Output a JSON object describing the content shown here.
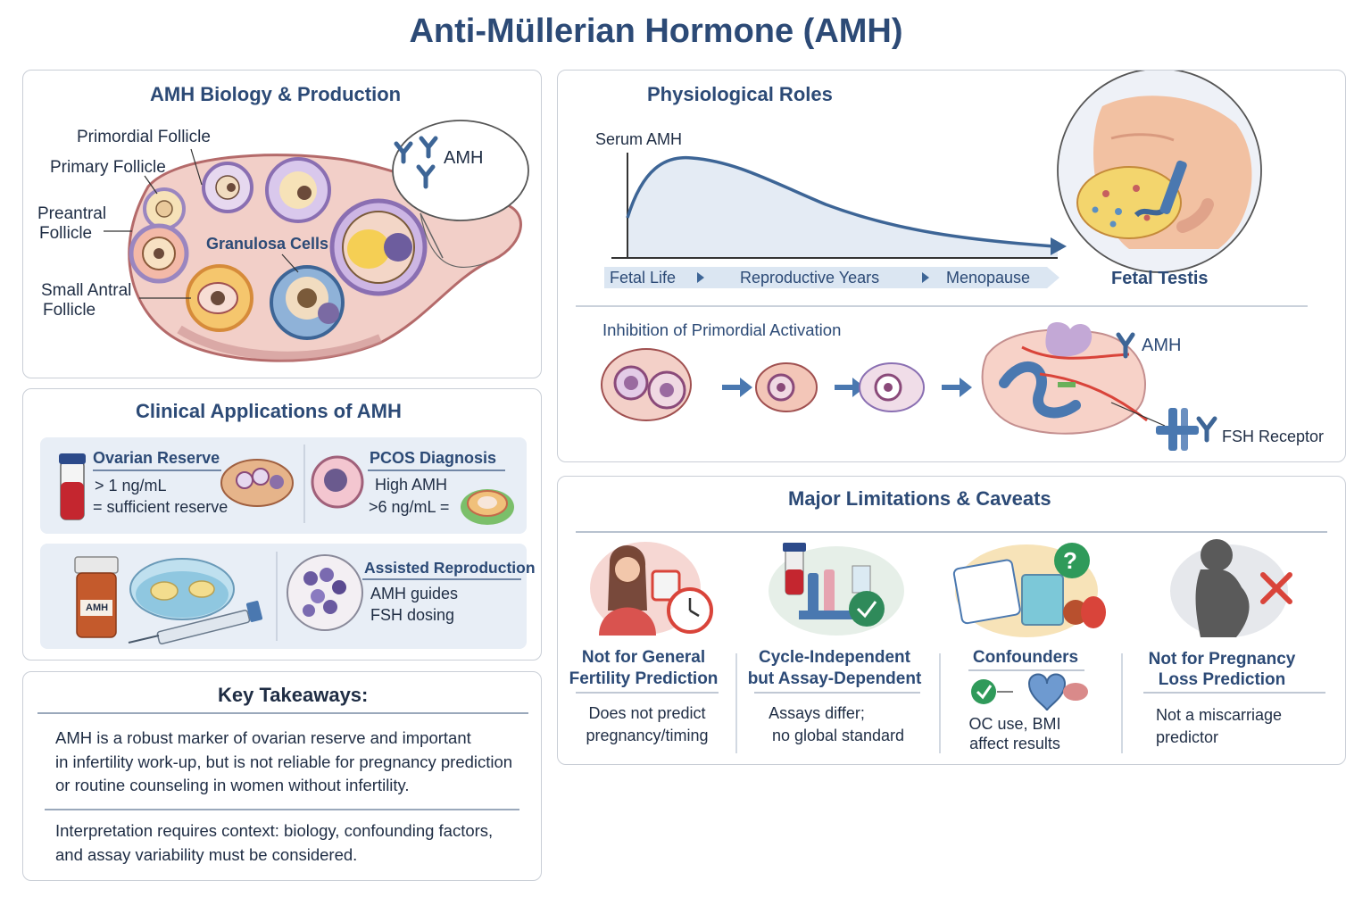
{
  "title": "Anti-Müllerian Hormone (AMH)",
  "biology": {
    "title": "AMH Biology & Production",
    "labels": {
      "primordial": "Primordial Follicle",
      "primary": "Primary Follicle",
      "preantral_1": "Preantral",
      "preantral_2": "Follicle",
      "small_antral_1": "Small Antral",
      "small_antral_2": "Follicle",
      "granulosa": "Granulosa Cells",
      "amh": "AMH"
    }
  },
  "roles": {
    "title": "Physiological Roles",
    "serum_label": "Serum AMH",
    "timeline": [
      "Fetal Life",
      "Reproductive Years",
      "Menopause"
    ],
    "fetal_testis": "Fetal Testis",
    "inhibition_title": "Inhibition of Primordial Activation",
    "amh_label": "AMH",
    "fsh_label": "FSH Receptor"
  },
  "clinical": {
    "title": "Clinical Applications of AMH",
    "ovarian_reserve": {
      "title": "Ovarian Reserve",
      "line1": "> 1 ng/mL",
      "line2": "= sufficient reserve"
    },
    "pcos": {
      "title": "PCOS Diagnosis",
      "line1": "High AMH",
      "line2": ">6 ng/mL ="
    },
    "vial_label": "AMH",
    "assisted": {
      "title": "Assisted Reproduction",
      "line1": "AMH guides",
      "line2": "FSH dosing"
    }
  },
  "limitations": {
    "title": "Major Limitations & Caveats",
    "cards": [
      {
        "title1": "Not for General",
        "title2": "Fertility Prediction",
        "text1": "Does not predict",
        "text2": "pregnancy/timing"
      },
      {
        "title1": "Cycle-Independent",
        "title2": "but Assay-Dependent",
        "text1": "Assays differ;",
        "text2": "no global standard"
      },
      {
        "title1": "Confounders",
        "title2": "",
        "text1": "OC use, BMI",
        "text2": "affect results"
      },
      {
        "title1": "Not for Pregnancy",
        "title2": "Loss Prediction",
        "text1": "Not a miscarriage",
        "text2": "predictor"
      }
    ]
  },
  "takeaways": {
    "title": "Key Takeaways:",
    "p1_l1": "AMH is a robust marker of ovarian reserve and important",
    "p1_l2": "in infertility work-up, but is not reliable for pregnancy prediction",
    "p1_l3": "or routine counseling in women without infertility.",
    "p2_l1": "Interpretation requires context: biology, confounding factors,",
    "p2_l2": "and assay variability must be considered."
  },
  "colors": {
    "accent": "#2c4a76",
    "curve": "#3d6596",
    "tissue": "#e8b4ad",
    "granulosa_yellow": "#f2c85b",
    "follicle_purple": "#a78bc2",
    "alert_red": "#d9443a"
  }
}
